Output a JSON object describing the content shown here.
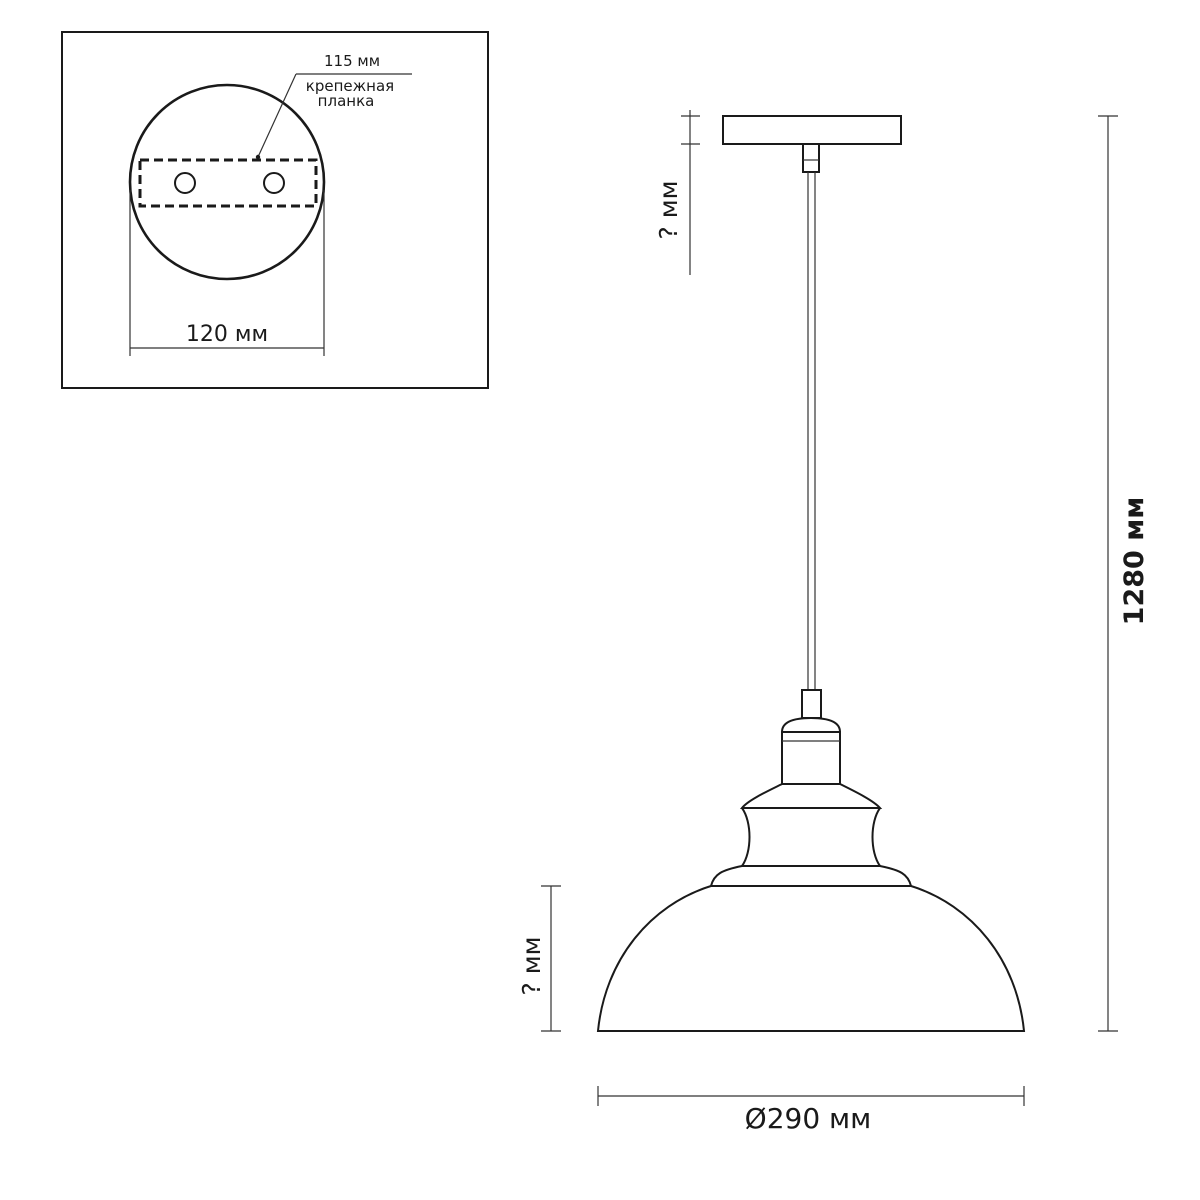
{
  "inset": {
    "bracket_width_label": "115 мм",
    "bracket_label_line1": "крепежная",
    "bracket_label_line2": "планка",
    "canopy_diameter_label": "120 мм"
  },
  "main": {
    "canopy_height_label": "? мм",
    "shade_height_label": "? мм",
    "total_height_label": "1280 мм",
    "shade_diameter_label": "Ø290 мм"
  }
}
